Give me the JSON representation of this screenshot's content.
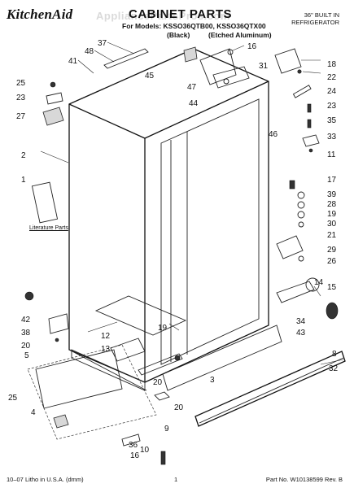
{
  "header": {
    "brand": "KitchenAid",
    "title": "CABINET PARTS",
    "models_line": "For Models: KSSO36QTB00, KSSO36QTX00",
    "variant_black": "(Black)",
    "variant_steel": "(Etched Aluminum)",
    "product_line1": "36\" BUILT IN",
    "product_line2": "REFRIGERATOR",
    "watermark": "AppliancePartsPros.com"
  },
  "labels": {
    "literature_parts": "Literature Parts"
  },
  "callouts": [
    "37",
    "48",
    "16",
    "45",
    "41",
    "47",
    "44",
    "31",
    "18",
    "22",
    "24",
    "23",
    "35",
    "33",
    "11",
    "46",
    "25",
    "23",
    "27",
    "2",
    "1",
    "17",
    "39",
    "28",
    "19",
    "30",
    "21",
    "29",
    "26",
    "14",
    "15",
    "42",
    "38",
    "20",
    "5",
    "12",
    "19",
    "13",
    "34",
    "43",
    "8",
    "32",
    "20",
    "25",
    "4",
    "3",
    "10",
    "20",
    "9",
    "36",
    "16"
  ],
  "footer": {
    "litho": "10–07 Litho in U.S.A. (dmm)",
    "page": "1",
    "part_number": "Part No. W10138599 Rev. B"
  }
}
